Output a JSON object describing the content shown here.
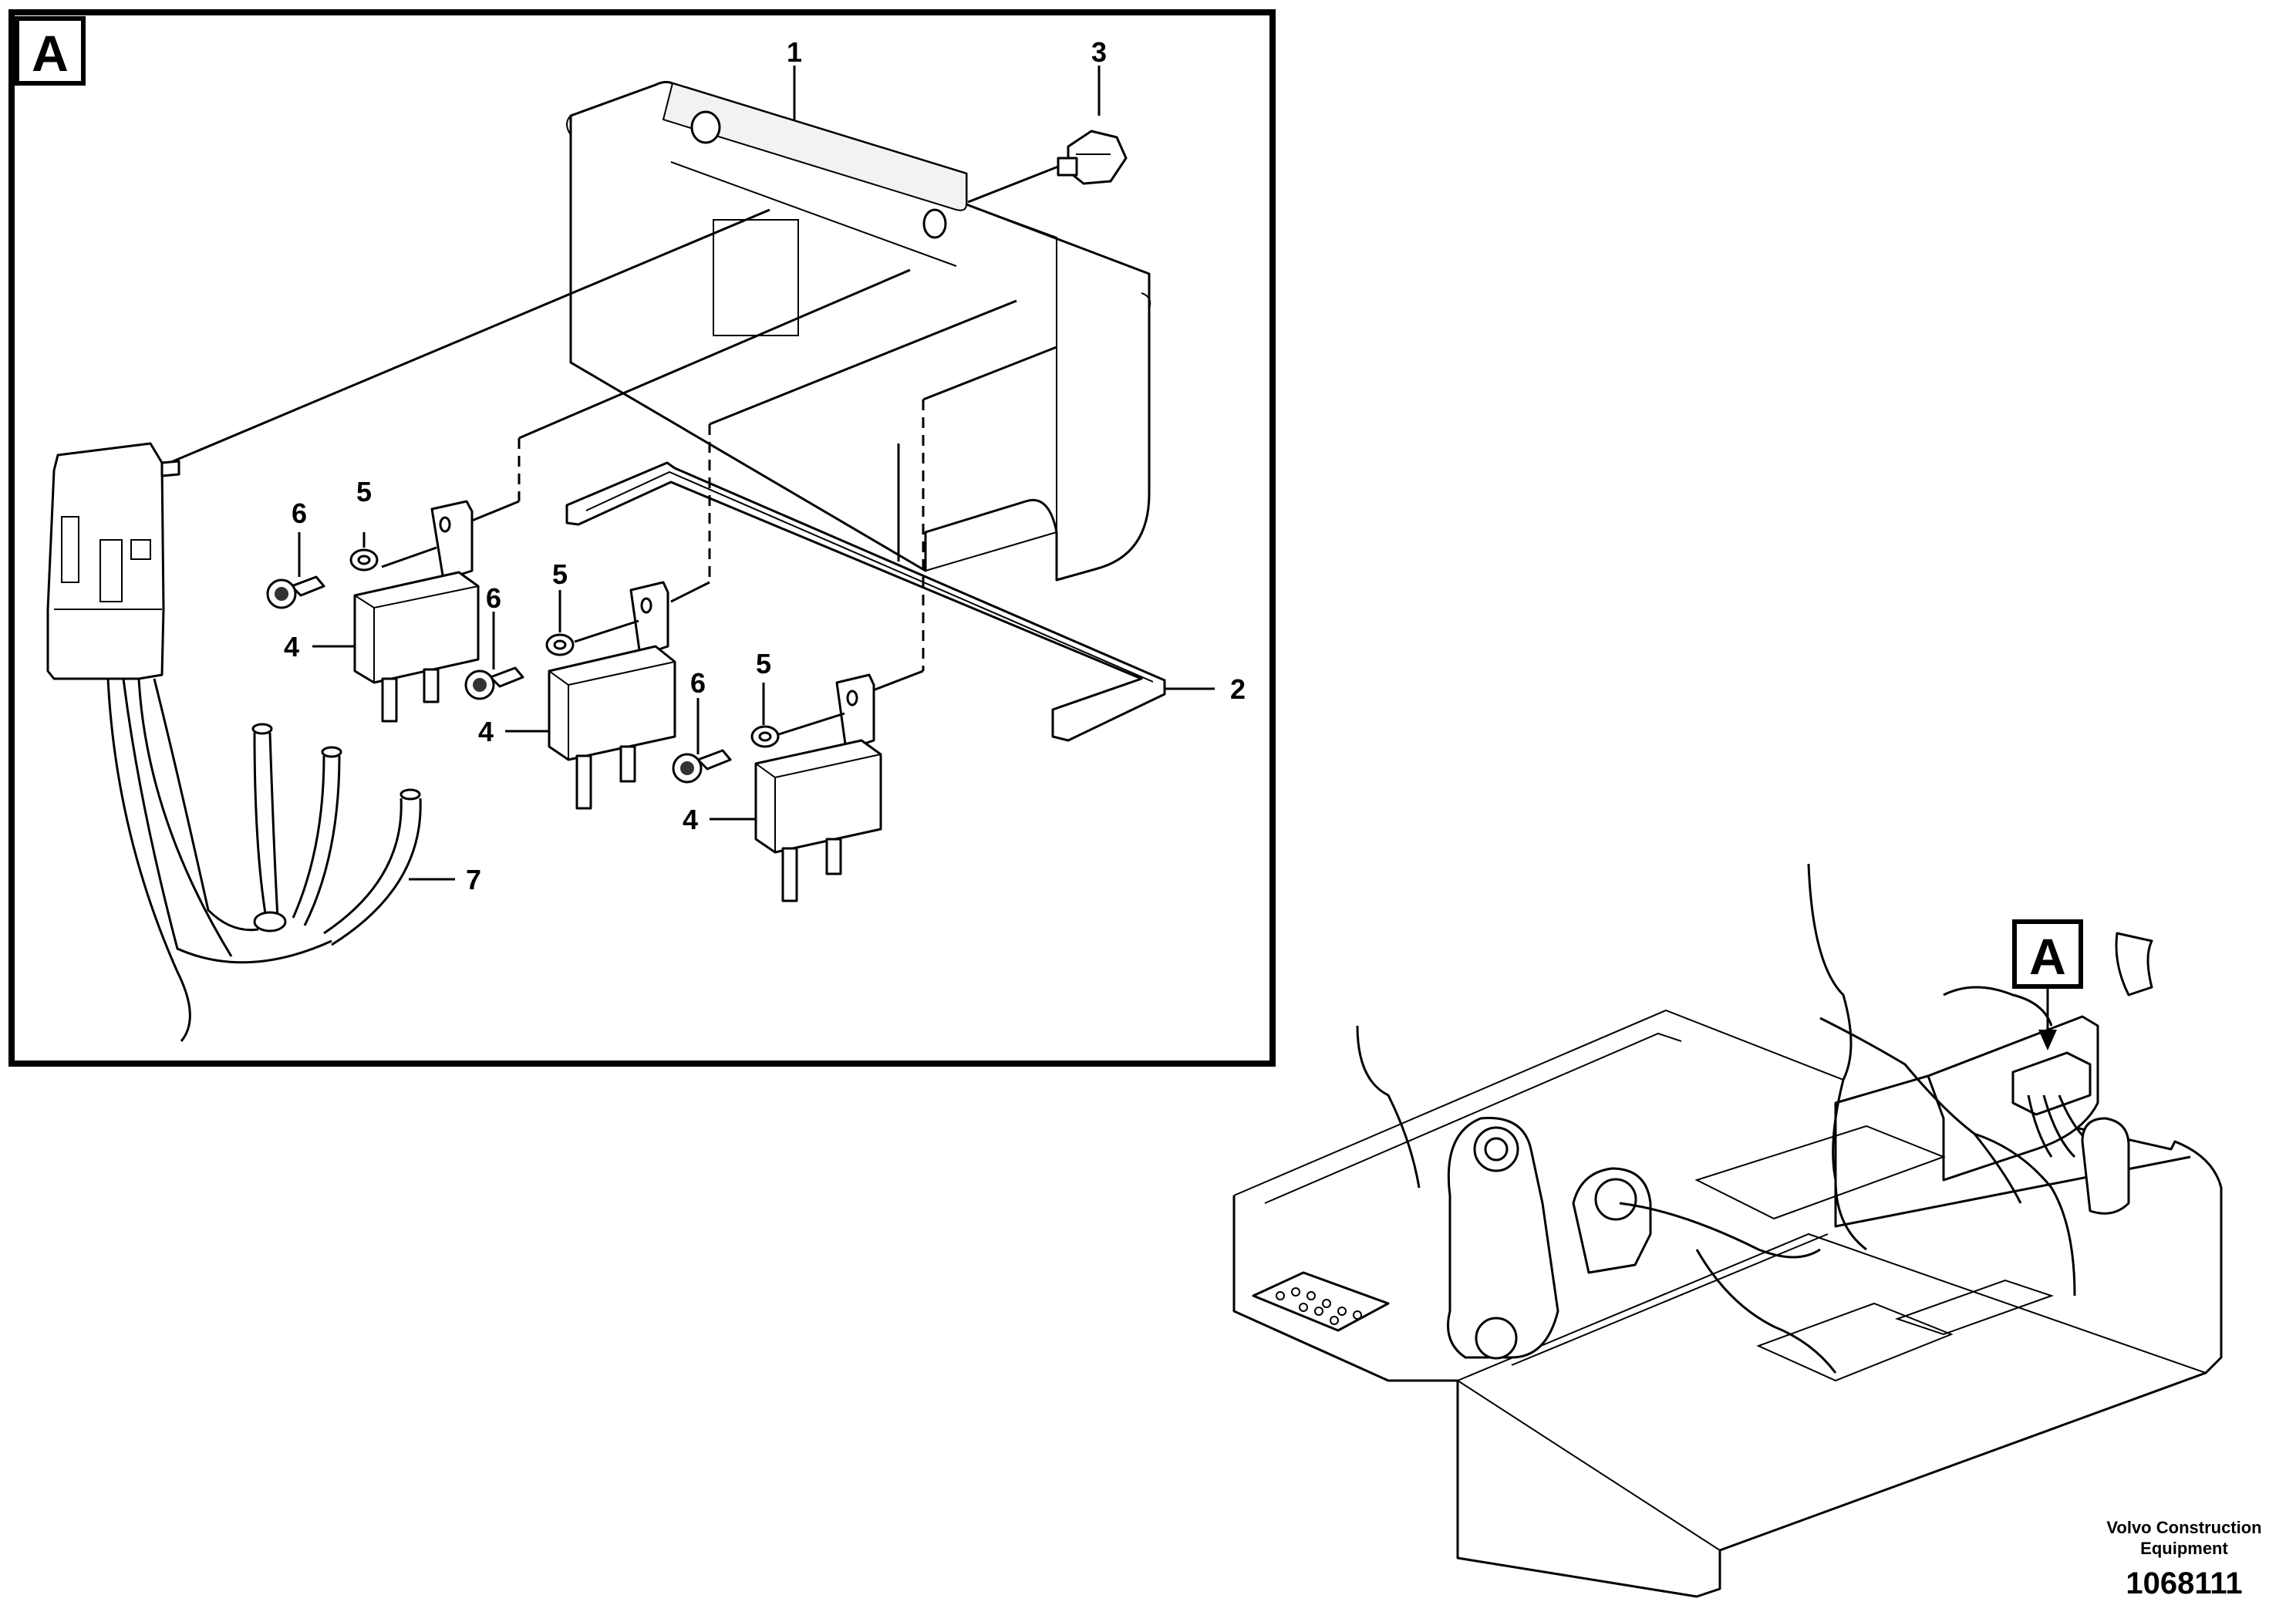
{
  "detail_view": {
    "tag": "A",
    "callouts": [
      "1",
      "2",
      "3",
      "4",
      "5",
      "6",
      "7"
    ]
  },
  "overview": {
    "tag": "A"
  },
  "footer": {
    "company_line1": "Volvo Construction",
    "company_line2": "Equipment",
    "drawing_number": "1068111"
  },
  "colors": {
    "line": "#000000",
    "background": "#ffffff"
  }
}
